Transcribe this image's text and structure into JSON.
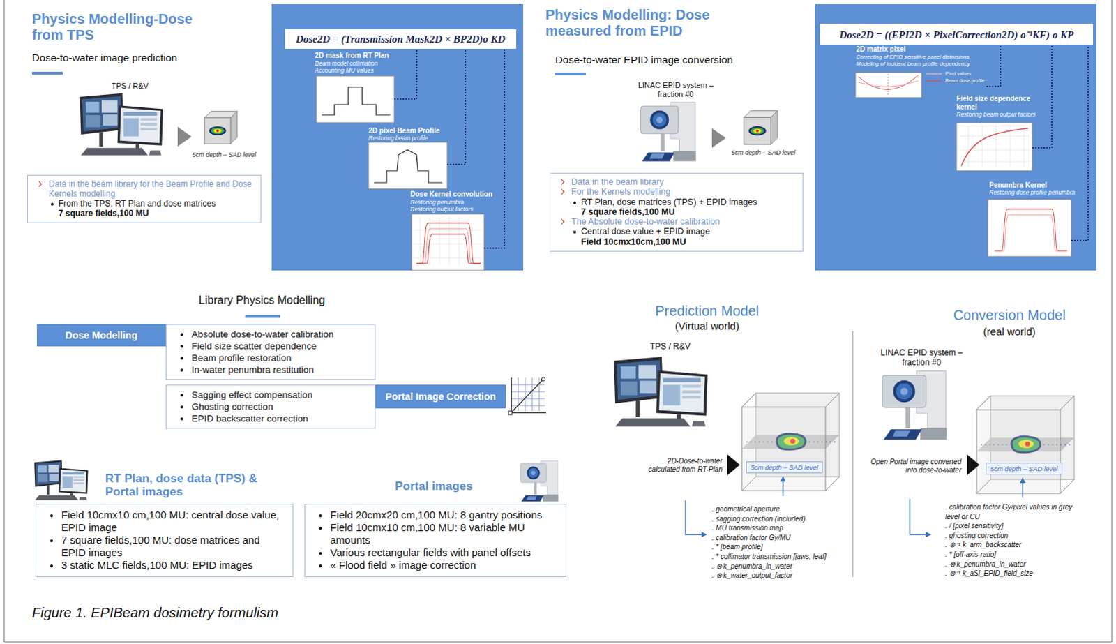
{
  "diagram": {
    "caption": "Figure 1. EPIBeam dosimetry formulism",
    "nodes": [
      {
        "text": [
          "Data in the beam library for the Beam Profile and Dose Kernels modelling",
          "From the TPS: RT Plan and dose matrices",
          "7 square fields,100 MU"
        ]
      },
      {
        "text": [
          "Dose2D = (Transmission Mask2D × BP2D)o KD"
        ]
      },
      {
        "text": [
          "Data in the beam library",
          "For the Kernels modelling",
          "RT Plan, dose matrices (TPS) + EPID images",
          "7 square fields,100 MU",
          "The Absolute dose-to-water calibration",
          "Central dose value + EPID image",
          "Field 10cmx10cm,100 MU"
        ]
      },
      {
        "text": [
          "Dose2D = ((EPI2D × PixelCorrection2D) o⁻¹KF) o KP"
        ]
      },
      {
        "text": [
          "Dose Modelling"
        ]
      },
      {
        "text": [
          "Absolute dose-to-water calibration",
          "Field size scatter dependence",
          "Beam profile restoration",
          "In-water penumbra restitution"
        ]
      },
      {
        "text": [
          "Sagging effect compensation",
          "Ghosting correction",
          "EPID backscatter correction"
        ]
      },
      {
        "text": [
          "Portal Image Correction"
        ]
      },
      {
        "text": [
          "Field 10cmx10 cm,100 MU: central dose value, EPID image",
          "7 square fields,100 MU: dose matrices and EPID images",
          "3 static MLC fields,100 MU: EPID images"
        ]
      },
      {
        "text": [
          "Field 20cmx20 cm,100 MU: 8 gantry positions",
          "Field 10cmx10 cm,100 MU: 8 variable MU amounts",
          "Various rectangular fields with panel offsets",
          "« Flood field » image correction"
        ]
      },
      {
        "text": [
          "5cm depth – SAD level"
        ]
      },
      {
        "text": [
          "5cm depth – SAD level"
        ]
      }
    ],
    "labels": [
      "Physics Modelling-Dose from TPS",
      "Dose-to-water image prediction",
      "TPS / R&V",
      "5cm depth – SAD level",
      "2D mask from RT Plan",
      "Beam model collimation",
      "Accounting MU values",
      "2D pixel Beam Profile",
      "Restoring beam profile",
      "Dose Kernel convolution",
      "Restoring penumbra",
      "Restoring output factors",
      "Physics Modelling: Dose measured from EPID",
      "Dose-to-water EPID image conversion",
      "LINAC EPID system – fraction #0",
      "5cm depth – SAD level",
      "2D matrix pixel",
      "Correcting of EPID sensitive panel distorsions",
      "Modeling of incident beam profile dependency",
      "Field size dependence kernel",
      "Restoring beam output factors",
      "Penumbra Kernel",
      "Restoring dose profile penumbra",
      "Library Physics Modelling",
      "RT Plan, dose data (TPS) & Portal images",
      "Portal images",
      "Prediction Model",
      "(Virtual world)",
      "TPS / R&V",
      "2D-Dose-to-water calculated from RT-Plan",
      ". geometrical aperture",
      ". sagging correction (included)",
      ". MU transmission map",
      ". calibration factor Gy/MU",
      ". * [beam profile]",
      ". * collimator transmission [jaws, leaf]",
      ". ⊗ k_penumbra_in_water",
      ". ⊗ k_water_output_factor",
      "Conversion Model",
      "(real world)",
      "LINAC EPID system – fraction #0",
      "Open Portal image converted into dose-to-water",
      ". calibration factor Gy/pixel values in grey level or CU",
      ". / [pixel sensitivity]",
      ". ghosting correction",
      ". ⊗⁻¹ k_arm_backscatter",
      ". * [off-axis-ratio]",
      ". ⊗ k_penumbra_in_water",
      ". ⊗⁻¹ k_aSi_EPID_field_size"
    ],
    "legend": [
      {
        "text": "Pixel values"
      },
      {
        "text": "Beam dose profile"
      }
    ]
  }
}
